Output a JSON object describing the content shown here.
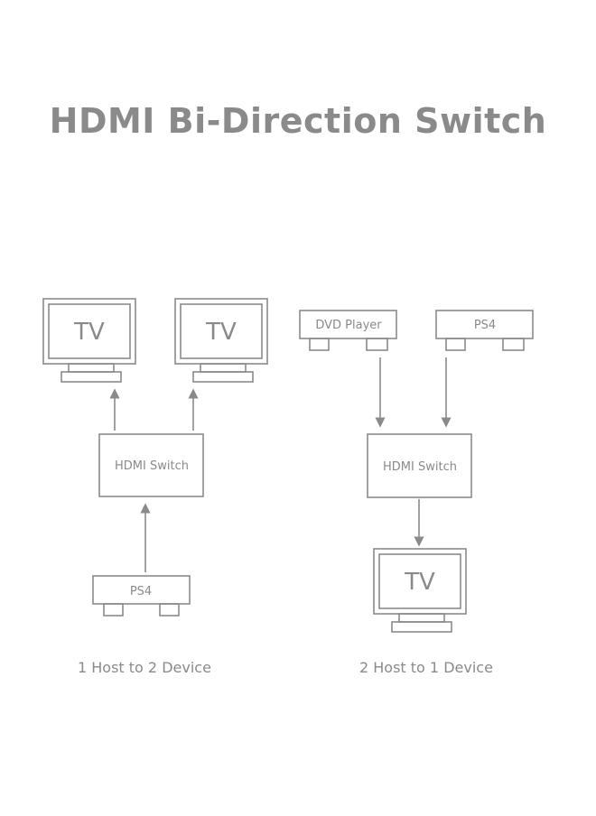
{
  "title": "HDMI Bi-Direction Switch",
  "colors": {
    "line": "#8a8a8a",
    "background": "#ffffff"
  },
  "left": {
    "tv1_label": "TV",
    "tv2_label": "TV",
    "switch_label": "HDMI Switch",
    "source_label": "PS4",
    "caption": "1 Host to 2 Device"
  },
  "right": {
    "source1_label": "DVD Player",
    "source2_label": "PS4",
    "switch_label": "HDMI Switch",
    "tv_label": "TV",
    "caption": "2 Host to 1 Device"
  }
}
